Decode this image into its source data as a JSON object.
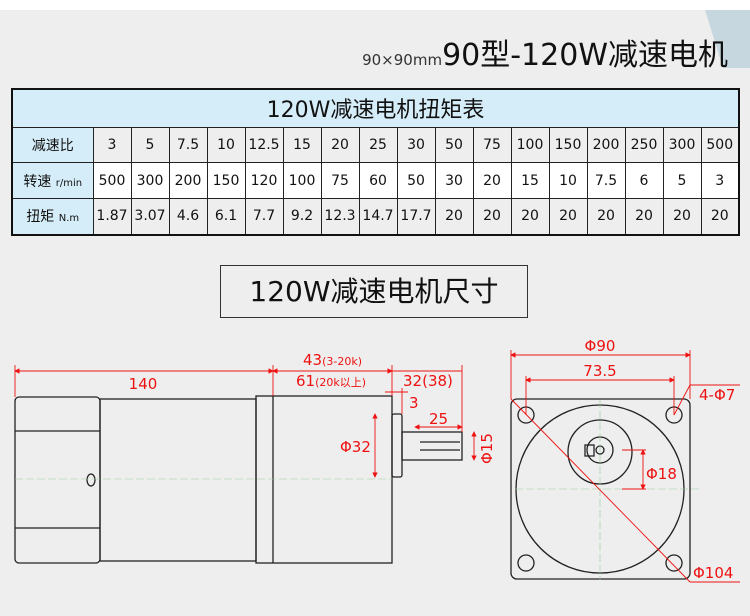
{
  "header": {
    "size_note": "90×90mm",
    "title": "90型-120W减速电机"
  },
  "torque_table": {
    "title": "120W减速电机扭矩表",
    "rows": [
      {
        "label": "减速比",
        "unit": "",
        "values": [
          "3",
          "5",
          "7.5",
          "10",
          "12.5",
          "15",
          "20",
          "25",
          "30",
          "50",
          "75",
          "100",
          "150",
          "200",
          "250",
          "300",
          "500"
        ]
      },
      {
        "label": "转速",
        "unit": "r/min",
        "values": [
          "500",
          "300",
          "200",
          "150",
          "120",
          "100",
          "75",
          "60",
          "50",
          "30",
          "20",
          "15",
          "10",
          "7.5",
          "6",
          "5",
          "3"
        ]
      },
      {
        "label": "扭矩",
        "unit": "N.m",
        "values": [
          "1.87",
          "3.07",
          "4.6",
          "6.1",
          "7.7",
          "9.2",
          "12.3",
          "14.7",
          "17.7",
          "20",
          "20",
          "20",
          "20",
          "20",
          "20",
          "20",
          "20"
        ]
      }
    ]
  },
  "dimensions": {
    "title": "120W减速电机尺寸",
    "side": {
      "body_length": "140",
      "gear_len_a": "43",
      "gear_len_a_note": "(3-20k)",
      "gear_len_b": "61",
      "gear_len_b_note": "(20k以上)",
      "shaft_len": "32(38)",
      "boss": "3",
      "key_len": "25",
      "boss_dia": "Φ32",
      "shaft_dia": "Φ15"
    },
    "front": {
      "flange": "Φ90",
      "hole_pitch": "73.5",
      "holes": "4-Φ7",
      "offset": "Φ18",
      "diag": "Φ104"
    }
  },
  "colors": {
    "dimension": "#ee1111",
    "table_header": "#d5edf8"
  }
}
